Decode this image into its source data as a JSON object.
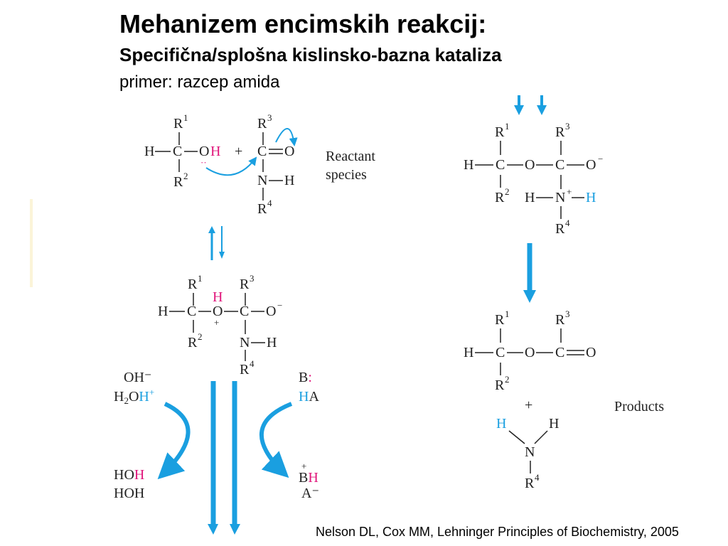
{
  "slide": {
    "title": "Mehanizem encimskih reakcij:",
    "subtitle": "Specifična/splošna kislinsko-bazna kataliza",
    "subsubtitle": "primer: razcep amida",
    "citation": "Nelson DL, Cox MM, Lehninger Principles of Biochemistry, 2005"
  },
  "diagram": {
    "reactant_label_line1": "Reactant",
    "reactant_label_line2": "species",
    "products_label": "Products",
    "specific_left": [
      "OH⁻",
      "H₂OH⁺"
    ],
    "specific_left_products": [
      "HOH",
      "HOH"
    ],
    "general_right": [
      "B:",
      "HA"
    ],
    "general_right_products": [
      "BH",
      "A⁻"
    ]
  },
  "colors": {
    "arrow_cyan": "#1a9fe0",
    "proton_magenta": "#e0157a",
    "text": "#000000"
  }
}
